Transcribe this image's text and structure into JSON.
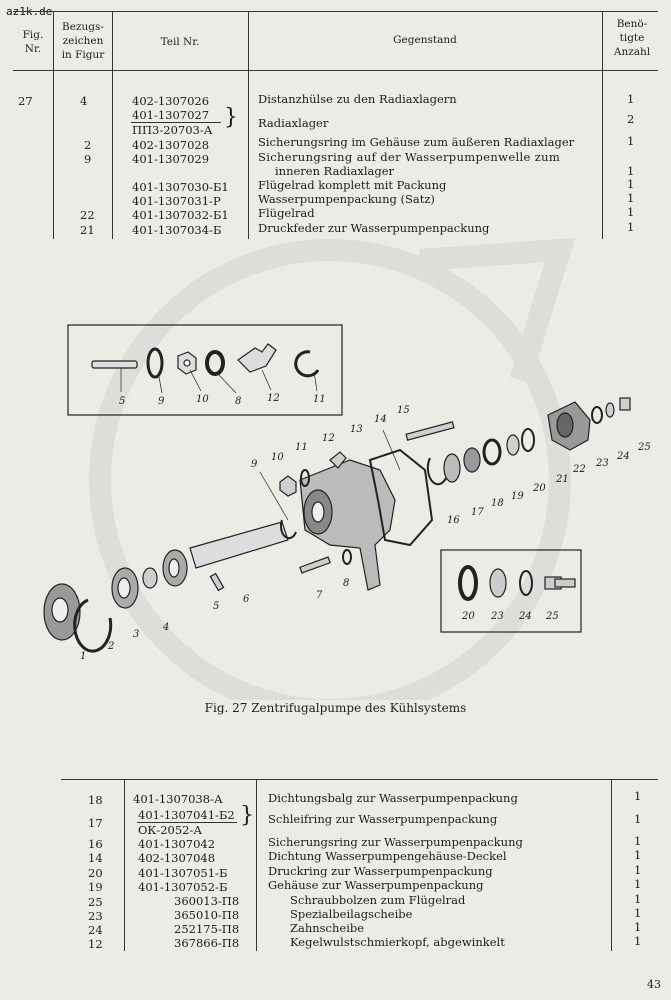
{
  "watermark": "az1k.de",
  "page_number": "43",
  "header": {
    "fig": "Fig.\nNr.",
    "bezug": "Bezugs-\nzeichen\nin Figur",
    "teil": "Teil Nr.",
    "gegenstand": "Gegenstand",
    "anzahl": "Benö-\ntigte\nAnzahl"
  },
  "figure_number": "27",
  "top_rows": [
    {
      "ref": "4",
      "part": "402-1307026",
      "desc": "Distanzhülse zu den Radiaxlagern",
      "qty": "1"
    },
    {
      "ref": "",
      "part": "401-1307027",
      "desc": "",
      "qty": ""
    },
    {
      "ref": "",
      "part": "ПП3-20703-А",
      "desc": "Radiaxlager",
      "qty": "2"
    },
    {
      "ref": "2",
      "part": "402-1307028",
      "desc": "Sicherungsring im Gehäuse zum äußeren Radiaxlager",
      "qty": "1"
    },
    {
      "ref": "9",
      "part": "401-1307029",
      "desc": "Sicherungsring auf der Wasserpumpenwelle zum",
      "qty": ""
    },
    {
      "ref": "",
      "part": "",
      "desc": "inneren Radiaxlager",
      "qty": "1"
    },
    {
      "ref": "",
      "part": "401-1307030-Б1",
      "desc": "Flügelrad komplett mit Packung",
      "qty": "1"
    },
    {
      "ref": "",
      "part": "401-1307031-Р",
      "desc": "Wasserpumpenpackung (Satz)",
      "qty": "1"
    },
    {
      "ref": "22",
      "part": "401-1307032-Б1",
      "desc": "Flügelrad",
      "qty": "1"
    },
    {
      "ref": "21",
      "part": "401-1307034-Б",
      "desc": "Druckfeder zur Wasserpumpenpackung",
      "qty": "1"
    }
  ],
  "caption": "Fig. 27  Zentrifugalpumpe des Kühlsystems",
  "labels": [
    "1",
    "2",
    "3",
    "4",
    "5",
    "6",
    "7",
    "8",
    "9",
    "10",
    "11",
    "12",
    "13",
    "14",
    "15",
    "16",
    "17",
    "18",
    "19",
    "20",
    "21",
    "22",
    "23",
    "24",
    "25"
  ],
  "inset_top_labels": [
    "5",
    "9",
    "10",
    "8",
    "12",
    "11"
  ],
  "inset_bottom_labels": [
    "20",
    "23",
    "24",
    "25"
  ],
  "bottom_rows": [
    {
      "ref": "18",
      "part": "401-1307038-А",
      "desc": "Dichtungsbalg zur Wasserpumpenpackung",
      "qty": "1"
    },
    {
      "ref": "",
      "part": "401-1307041-Б2",
      "desc": "",
      "qty": ""
    },
    {
      "ref": "17",
      "part": "ОК-2052-А",
      "desc": "Schleifring zur Wasserpumpenpackung",
      "qty": "1"
    },
    {
      "ref": "16",
      "part": "401-1307042",
      "desc": "Sicherungsring zur Wasserpumpenpackung",
      "qty": "1"
    },
    {
      "ref": "14",
      "part": "402-1307048",
      "desc": "Dichtung Wasserpumpengehäuse-Deckel",
      "qty": "1"
    },
    {
      "ref": "20",
      "part": "401-1307051-Б",
      "desc": "Druckring zur Wasserpumpenpackung",
      "qty": "1"
    },
    {
      "ref": "19",
      "part": "401-1307052-Б",
      "desc": "Gehäuse zur Wasserpumpenpackung",
      "qty": "1"
    },
    {
      "ref": "25",
      "part": "360013-П8",
      "desc": "Schraubbolzen zum Flügelrad",
      "qty": "1"
    },
    {
      "ref": "23",
      "part": "365010-П8",
      "desc": "Spezialbeilagscheibe",
      "qty": "1"
    },
    {
      "ref": "24",
      "part": "252175-П8",
      "desc": "Zahnscheibe",
      "qty": "1"
    },
    {
      "ref": "12",
      "part": "367866-П8",
      "desc": "Kegelwulstschmierkopf, abgewinkelt",
      "qty": "1"
    }
  ]
}
